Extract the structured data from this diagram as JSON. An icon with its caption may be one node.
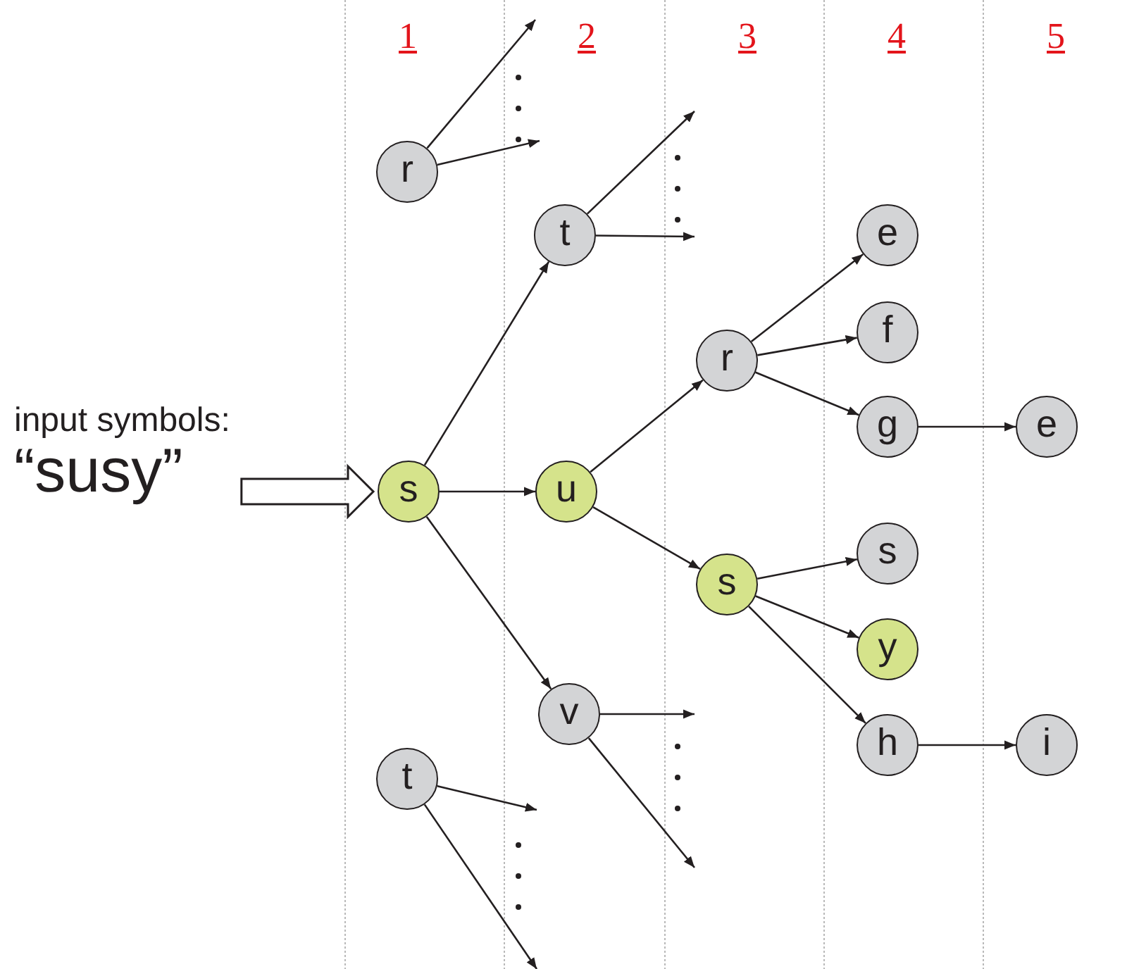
{
  "diagram": {
    "nodes": [
      {
        "text": [
          "input symbols:",
          "“susy”"
        ]
      },
      {
        "text": [
          "r"
        ]
      },
      {
        "text": [
          "s"
        ]
      },
      {
        "text": [
          "t"
        ]
      },
      {
        "text": [
          "t"
        ]
      },
      {
        "text": [
          "u"
        ]
      },
      {
        "text": [
          "v"
        ]
      },
      {
        "text": [
          "r"
        ]
      },
      {
        "text": [
          "s"
        ]
      },
      {
        "text": [
          "e"
        ]
      },
      {
        "text": [
          "f"
        ]
      },
      {
        "text": [
          "g"
        ]
      },
      {
        "text": [
          "s"
        ]
      },
      {
        "text": [
          "y"
        ]
      },
      {
        "text": [
          "h"
        ]
      },
      {
        "text": [
          "e"
        ]
      },
      {
        "text": [
          "i"
        ]
      }
    ],
    "edges": [
      {
        "from": 0,
        "to": 2,
        "arrow": "to",
        "style": "thick"
      },
      {
        "from": 1,
        "to": null,
        "arrow": "to"
      },
      {
        "from": 1,
        "to": null,
        "arrow": "to"
      },
      {
        "from": 2,
        "to": 4,
        "arrow": "to"
      },
      {
        "from": 2,
        "to": 5,
        "arrow": "to"
      },
      {
        "from": 2,
        "to": 6,
        "arrow": "to"
      },
      {
        "from": 3,
        "to": null,
        "arrow": "to"
      },
      {
        "from": 3,
        "to": null,
        "arrow": "to"
      },
      {
        "from": 4,
        "to": null,
        "arrow": "to"
      },
      {
        "from": 4,
        "to": null,
        "arrow": "to"
      },
      {
        "from": 5,
        "to": 7,
        "arrow": "to"
      },
      {
        "from": 5,
        "to": 8,
        "arrow": "to"
      },
      {
        "from": 6,
        "to": null,
        "arrow": "to"
      },
      {
        "from": 6,
        "to": null,
        "arrow": "to"
      },
      {
        "from": 7,
        "to": 9,
        "arrow": "to"
      },
      {
        "from": 7,
        "to": 10,
        "arrow": "to"
      },
      {
        "from": 7,
        "to": 11,
        "arrow": "to"
      },
      {
        "from": 8,
        "to": 12,
        "arrow": "to"
      },
      {
        "from": 8,
        "to": 13,
        "arrow": "to"
      },
      {
        "from": 8,
        "to": 14,
        "arrow": "to"
      },
      {
        "from": 11,
        "to": 15,
        "arrow": "to"
      },
      {
        "from": 14,
        "to": 16,
        "arrow": "to"
      }
    ],
    "labels": [
      "1",
      "2",
      "3",
      "4",
      "5"
    ]
  }
}
